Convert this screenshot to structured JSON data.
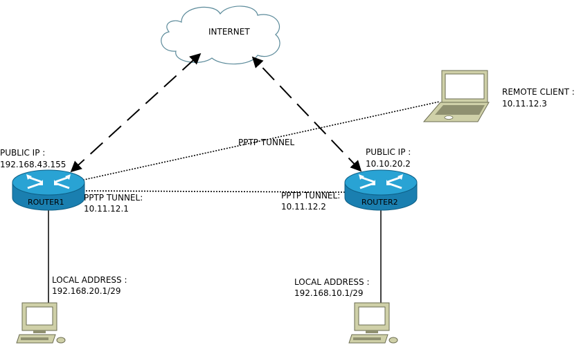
{
  "internet": {
    "label": "INTERNET"
  },
  "remote_client": {
    "label": "REMOTE CLIENT :",
    "ip": "10.11.12.3"
  },
  "router1": {
    "name": "ROUTER1",
    "public_ip_label": "PUBLIC IP :",
    "public_ip": "192.168.43.155",
    "tunnel_label": "PPTP TUNNEL:",
    "tunnel_ip": "10.11.12.1",
    "local_label": "LOCAL ADDRESS :",
    "local_ip": "192.168.20.1/29"
  },
  "router2": {
    "name": "ROUTER2",
    "public_ip_label": "PUBLIC IP :",
    "public_ip": "10.10.20.2",
    "tunnel_label": "PPTP TUNNEL:",
    "tunnel_ip": "10.11.12.2",
    "local_label": "LOCAL ADDRESS :",
    "local_ip": "192.168.10.1/29"
  },
  "tunnel_line": {
    "label": "PPTP TUNNEL"
  },
  "colors": {
    "router_top": "#29a3d4",
    "router_side": "#1a7fb0",
    "computer_body": "#cfd0a8",
    "computer_dark": "#8f9070",
    "cloud_stroke": "#5b8a9a"
  }
}
